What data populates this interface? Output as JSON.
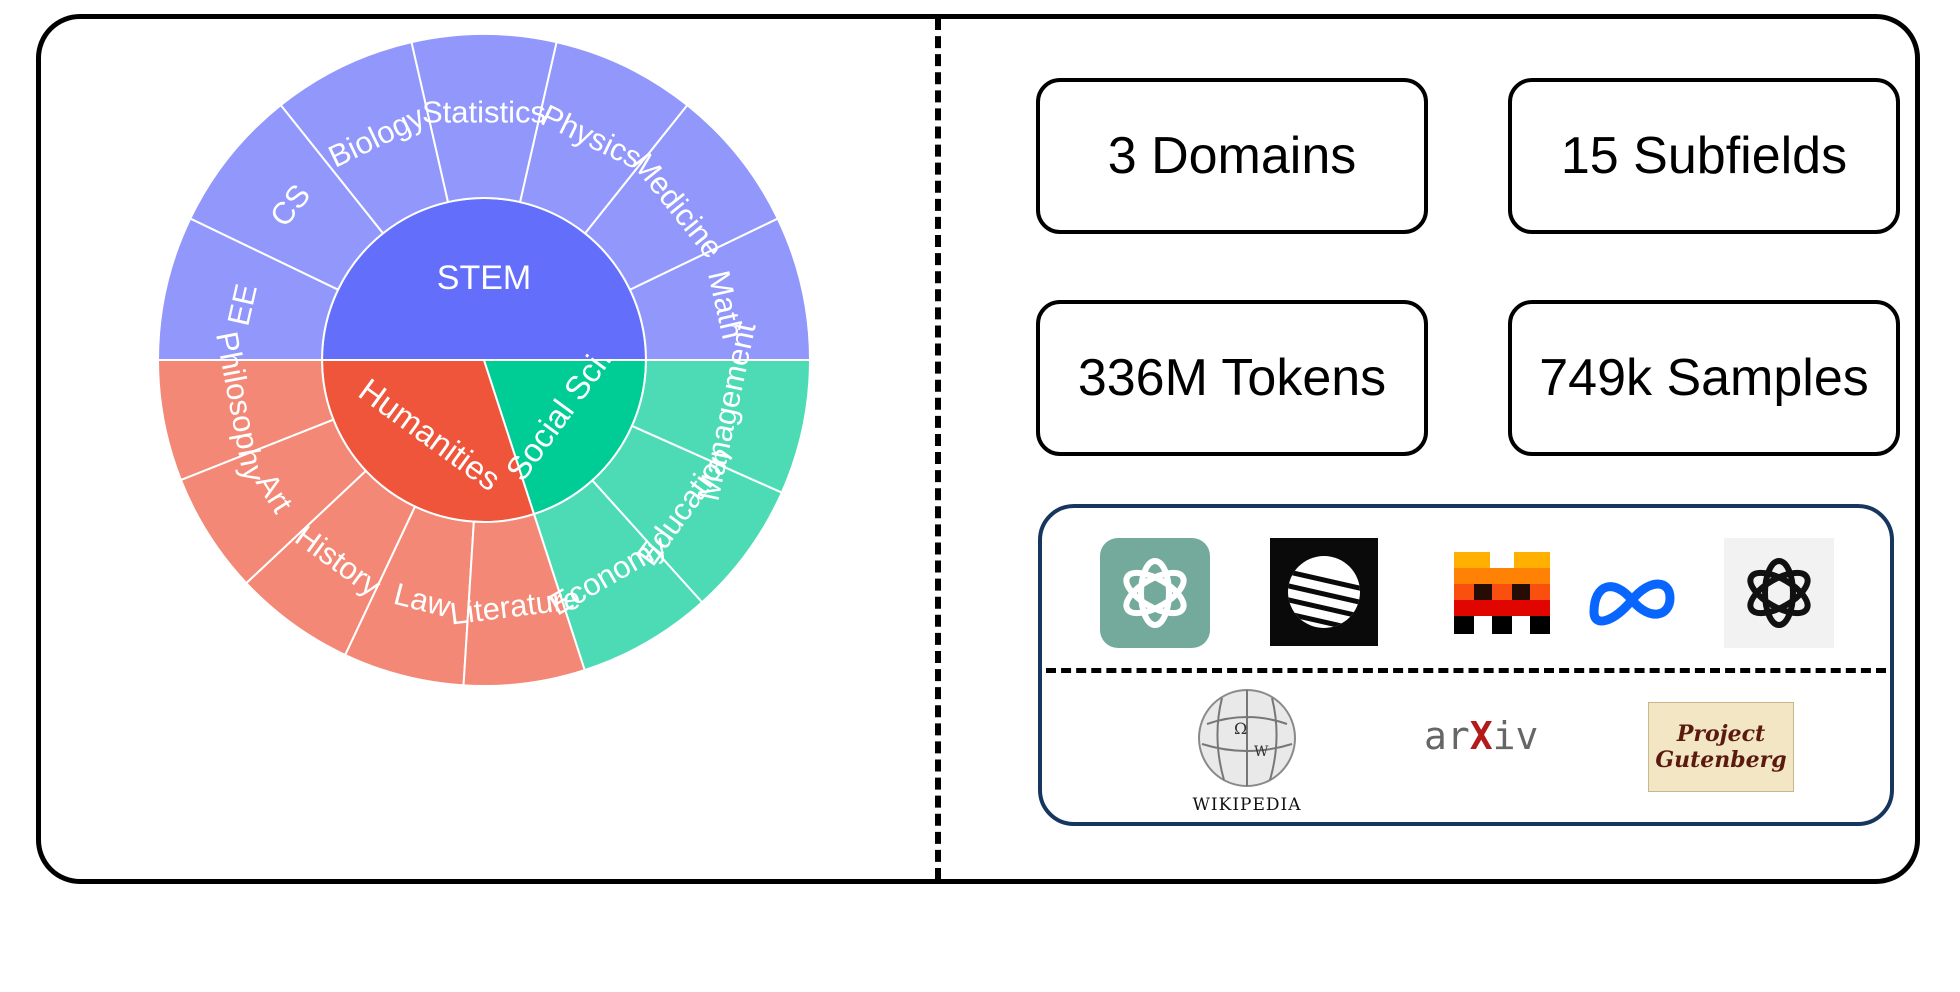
{
  "sunburst": {
    "domains": [
      {
        "label": "STEM",
        "share": 0.5,
        "color": "#636efa",
        "sub_color": "#9197fb",
        "subfields": [
          "Math",
          "Medicine",
          "Physics",
          "Statistics",
          "Biology",
          "CS",
          "EE"
        ]
      },
      {
        "label": "Humanities",
        "share": 0.3,
        "color": "#ef553b",
        "sub_color": "#f38876",
        "subfields": [
          "Philosophy",
          "Art",
          "History",
          "Law",
          "Literature"
        ]
      },
      {
        "label": "Social Sci.",
        "share": 0.2,
        "color": "#00cc96",
        "sub_color": "#4ddbb6",
        "subfields": [
          "Economy",
          "Education",
          "Management"
        ]
      }
    ]
  },
  "stats": {
    "domains": "3 Domains",
    "subfields": "15 Subfields",
    "tokens": "336M Tokens",
    "samples": "749k Samples"
  },
  "sources": {
    "models": [
      "chatgpt-logo",
      "cohere-style-logo",
      "mistral-logo",
      "meta-logo",
      "openai-logo"
    ],
    "data_sources": [
      {
        "name": "wikipedia-logo",
        "wordmark": "WIKIPEDIA"
      },
      {
        "name": "arxiv-logo",
        "wordmark_pre": "ar",
        "wordmark_x": "X",
        "wordmark_post": "iv"
      },
      {
        "name": "project-gutenberg-logo",
        "line1": "Project",
        "line2": "Gutenberg"
      }
    ]
  }
}
